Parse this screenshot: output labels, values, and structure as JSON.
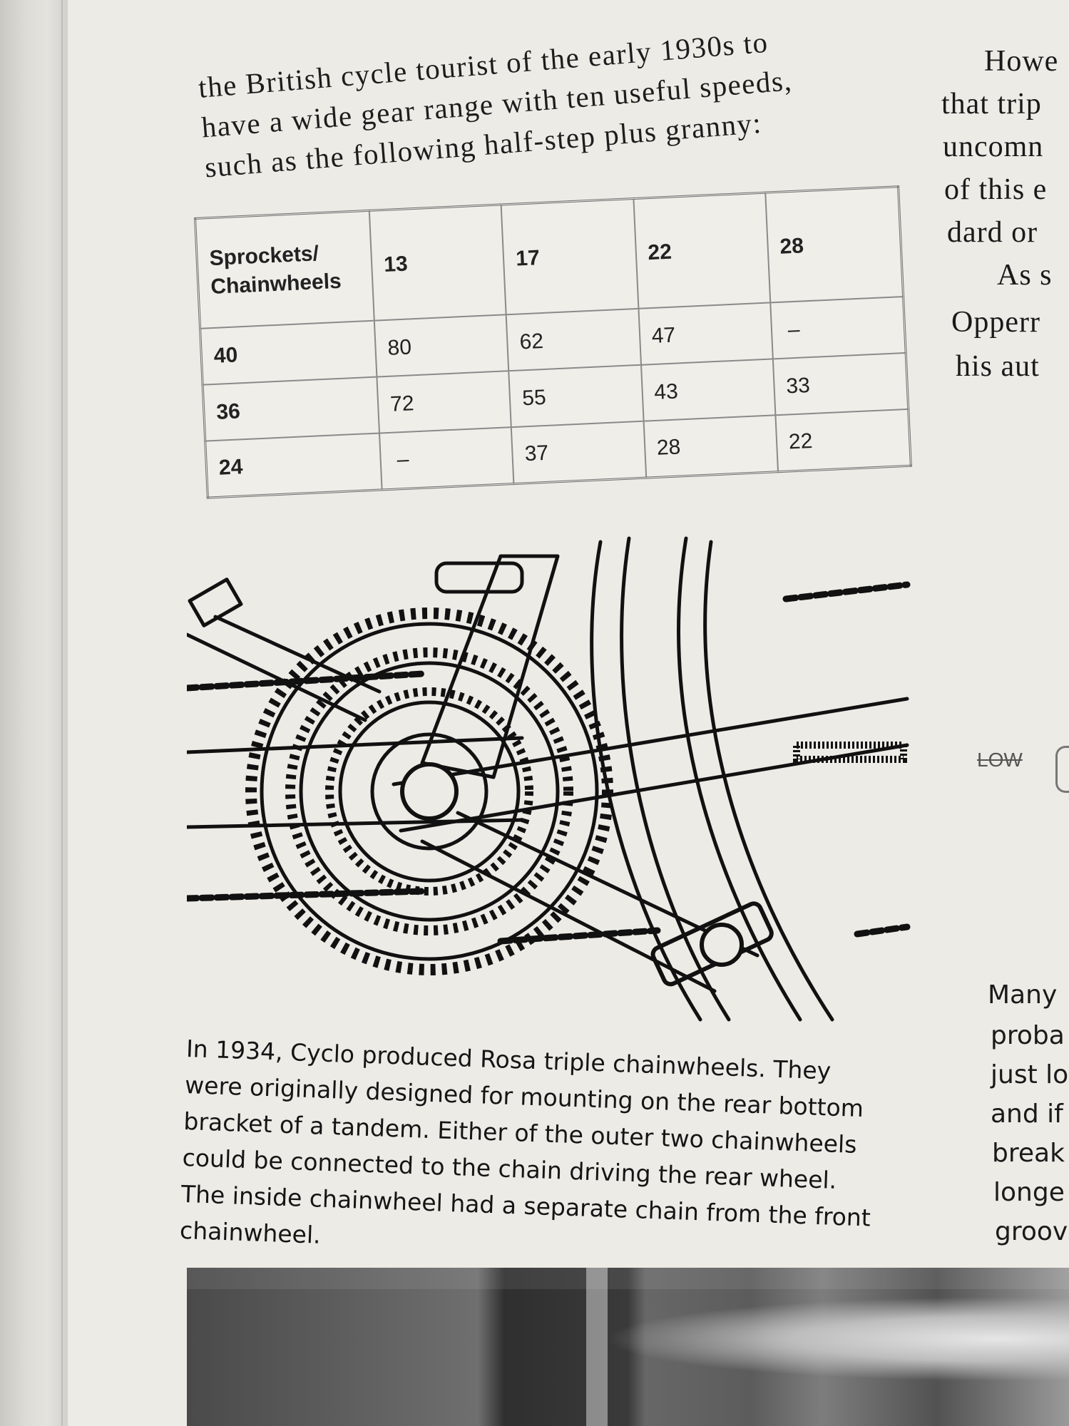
{
  "intro_lines": [
    "the British cycle tourist of the early 1930s to",
    "have a wide gear range with ten useful speeds,",
    "such as the following half-step plus granny:"
  ],
  "gear_table": {
    "corner_line1": "Sprockets/",
    "corner_line2": "Chainwheels",
    "sprockets": [
      "13",
      "17",
      "22",
      "28"
    ],
    "rows": [
      {
        "chainwheel": "40",
        "values": [
          "80",
          "62",
          "47",
          "–"
        ]
      },
      {
        "chainwheel": "36",
        "values": [
          "72",
          "55",
          "43",
          "33"
        ]
      },
      {
        "chainwheel": "24",
        "values": [
          "–",
          "37",
          "28",
          "22"
        ]
      }
    ]
  },
  "caption_lines": [
    "In 1934, Cyclo produced Rosa triple chainwheels. They",
    "were originally designed for mounting on the rear bottom",
    "bracket of a tandem. Either of the outer two chainwheels",
    "could be connected to the chain driving the rear wheel.",
    "The inside chainwheel had a separate chain from the front",
    "chainwheel."
  ],
  "right_column_top": [
    "Howe",
    "that trip",
    "uncomn",
    "of this e",
    "dard or",
    "As s",
    "Opperr",
    "his aut"
  ],
  "right_column_bottom": [
    "Many",
    "proba",
    "just lo",
    "and if",
    "break",
    "longe",
    "groov"
  ],
  "diagram_label": "LOW"
}
